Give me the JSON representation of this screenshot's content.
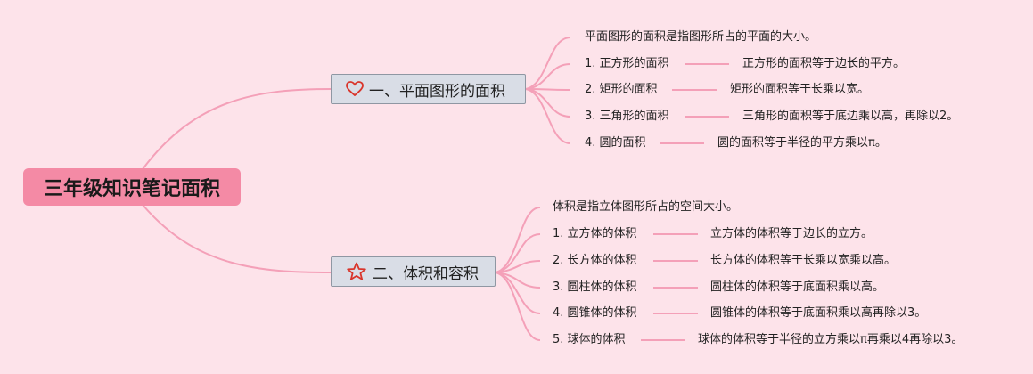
{
  "root": {
    "label": "三年级知识笔记面积"
  },
  "branches": [
    {
      "label": "一、平面图形的面积",
      "icon": "heart-icon",
      "intro": "平面图形的面积是指图形所占的平面的大小。",
      "items": [
        {
          "label": "1. 正方形的面积",
          "desc": "正方形的面积等于边长的平方。"
        },
        {
          "label": "2. 矩形的面积",
          "desc": "矩形的面积等于长乘以宽。"
        },
        {
          "label": "3. 三角形的面积",
          "desc": "三角形的面积等于底边乘以高，再除以2。"
        },
        {
          "label": "4. 圆的面积",
          "desc": "圆的面积等于半径的平方乘以π。"
        }
      ]
    },
    {
      "label": "二、体积和容积",
      "icon": "star-icon",
      "intro": "体积是指立体图形所占的空间大小。",
      "items": [
        {
          "label": "1. 立方体的体积",
          "desc": "立方体的体积等于边长的立方。"
        },
        {
          "label": "2. 长方体的体积",
          "desc": "长方体的体积等于长乘以宽乘以高。"
        },
        {
          "label": "3. 圆柱体的体积",
          "desc": "圆柱体的体积等于底面积乘以高。"
        },
        {
          "label": "4. 圆锥体的体积",
          "desc": "圆锥体的体积等于底面积乘以高再除以3。"
        },
        {
          "label": "5. 球体的体积",
          "desc": "球体的体积等于半径的立方乘以π再乘以4再除以3。"
        }
      ]
    }
  ],
  "colors": {
    "background": "#fde3ea",
    "root": "#f48aa5",
    "line": "#f4a0b8",
    "branch": "#d9dde6",
    "icon": "#d9352b"
  }
}
